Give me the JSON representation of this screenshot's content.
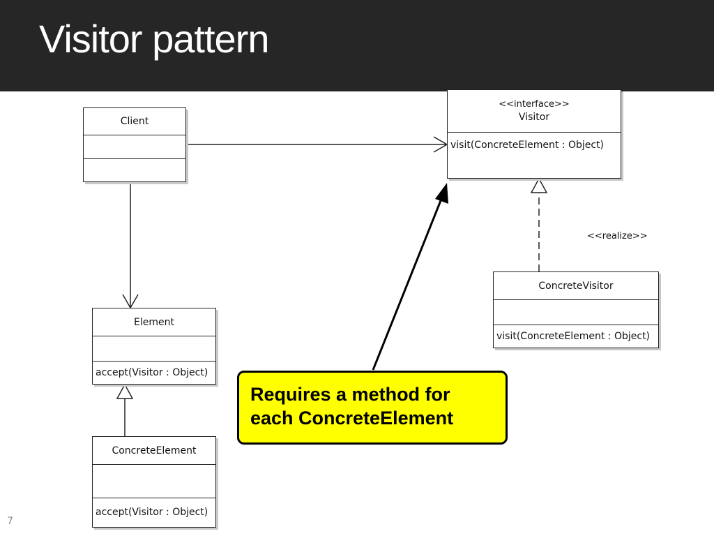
{
  "slide": {
    "title": "Visitor pattern",
    "page_number": "7"
  },
  "diagram": {
    "classes": {
      "client": {
        "name": "Client",
        "operations": ""
      },
      "visitor": {
        "stereotype": "<<interface>>",
        "name": "Visitor",
        "operations": "visit(ConcreteElement : Object)"
      },
      "element": {
        "name": "Element",
        "operations": "accept(Visitor : Object)"
      },
      "concrete_visitor": {
        "name": "ConcreteVisitor",
        "operations": "visit(ConcreteElement : Object)"
      },
      "concrete_element": {
        "name": "ConcreteElement",
        "operations": "accept(Visitor : Object)"
      }
    },
    "realize_label": "<<realize>>",
    "callout": {
      "line1": "Requires a method for",
      "line2": "each ConcreteElement",
      "color": "#ffff00"
    }
  }
}
